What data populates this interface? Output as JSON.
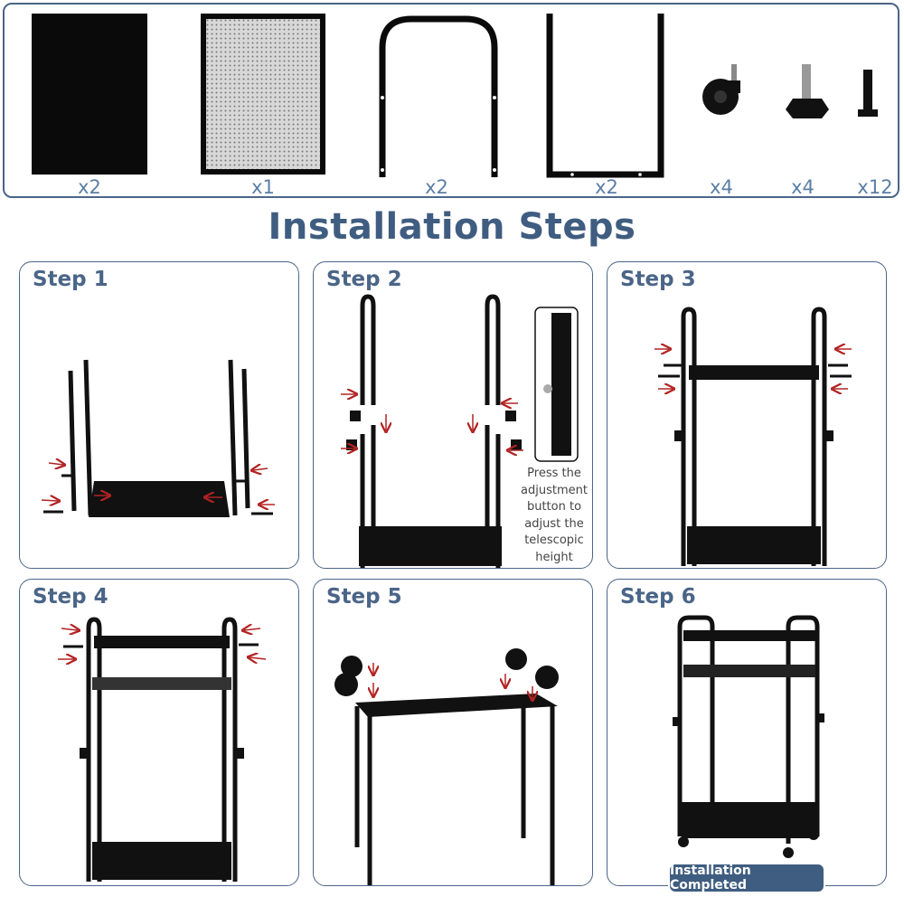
{
  "parts": {
    "items": [
      {
        "name": "solid-panel",
        "qty": "x2"
      },
      {
        "name": "mesh-panel",
        "qty": "x1"
      },
      {
        "name": "upper-frame",
        "qty": "x2"
      },
      {
        "name": "lower-frame",
        "qty": "x2"
      },
      {
        "name": "caster-wheel",
        "qty": "x4"
      },
      {
        "name": "adjustment-knob",
        "qty": "x4"
      },
      {
        "name": "screw",
        "qty": "x12"
      }
    ]
  },
  "title": "Installation Steps",
  "steps": [
    {
      "label": "Step 1"
    },
    {
      "label": "Step 2",
      "note": [
        "Press the",
        "adjustment",
        "button to",
        "adjust the",
        "telescopic",
        "height"
      ]
    },
    {
      "label": "Step 3"
    },
    {
      "label": "Step 4"
    },
    {
      "label": "Step 5"
    },
    {
      "label": "Step 6",
      "badge": "Installation Completed"
    }
  ],
  "colors": {
    "accent": "#4a6587",
    "arrow": "#b22222",
    "metal": "#111111"
  }
}
